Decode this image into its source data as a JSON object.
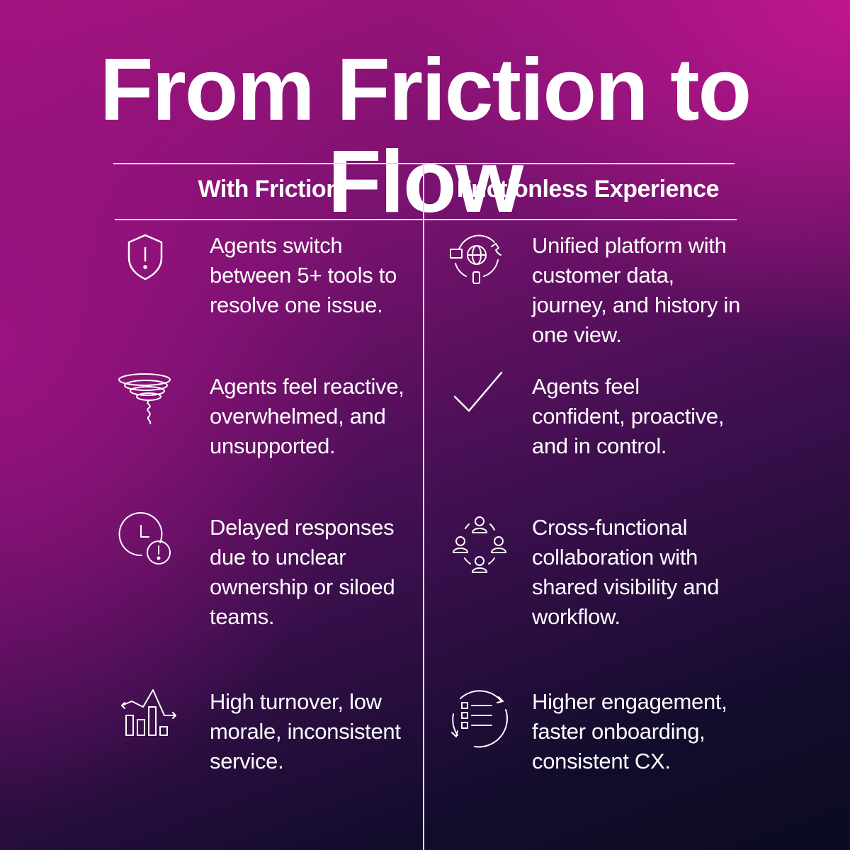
{
  "title": "From Friction to Flow",
  "columns": {
    "left": "With Friction",
    "right": "Frictionless Experience"
  },
  "rows": [
    {
      "left": {
        "icon": "shield-alert-icon",
        "text": "Agents switch between 5+ tools to resolve one issue."
      },
      "right": {
        "icon": "omnichannel-globe-icon",
        "text": "Unified platform with customer data, journey, and history in one view."
      }
    },
    {
      "left": {
        "icon": "tornado-icon",
        "text": "Agents feel reactive, overwhelmed, and unsupported."
      },
      "right": {
        "icon": "checkmark-icon",
        "text": "Agents feel confident, proactive, and in control."
      }
    },
    {
      "left": {
        "icon": "clock-alert-icon",
        "text": "Delayed responses due to unclear ownership or siloed teams."
      },
      "right": {
        "icon": "team-collaboration-icon",
        "text": "Cross-functional collaboration with shared visibility and workflow."
      }
    },
    {
      "left": {
        "icon": "declining-chart-icon",
        "text": "High turnover, low morale, inconsistent service."
      },
      "right": {
        "icon": "checklist-cycle-icon",
        "text": "Higher engagement, faster onboarding, consistent CX."
      }
    }
  ]
}
